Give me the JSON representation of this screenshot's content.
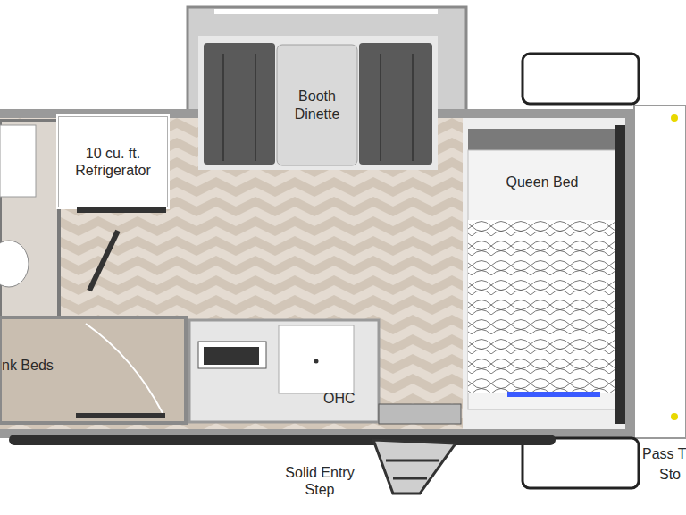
{
  "diagram": {
    "nodes": [
      {
        "text": [
          "Booth Dinette"
        ]
      },
      {
        "text": [
          "10 cu. ft. Refrigerator"
        ]
      },
      {
        "text": [
          "Queen Bed"
        ]
      }
    ],
    "labels": [
      "nk Beds",
      "OHC",
      "Solid Entry Step",
      "Pass T",
      "Sto"
    ]
  }
}
